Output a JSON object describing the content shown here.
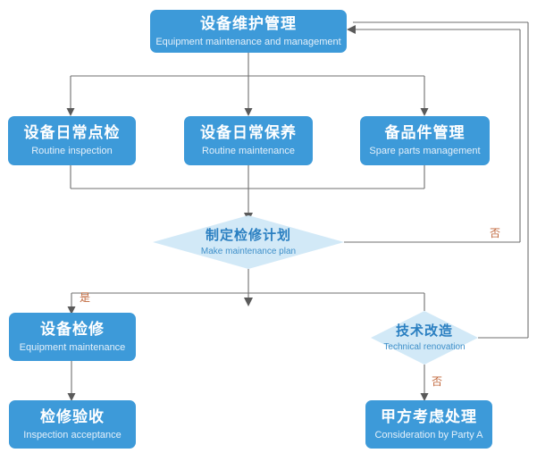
{
  "diagram": {
    "title": "Equipment maintenance and management flowchart",
    "colors": {
      "process_fill": "#3d9ad9",
      "process_text": "#ffffff",
      "process_subtext": "#e4f0fa",
      "decision_fill": "#d2e9f7",
      "decision_text": "#2a7fc1",
      "edge_stroke": "#6f6f6f",
      "edge_label": "#c0663a",
      "background": "#ffffff"
    },
    "nodes": [
      {
        "id": "root",
        "type": "process",
        "cn": "设备维护管理",
        "en": "Equipment maintenance and management"
      },
      {
        "id": "inspection",
        "type": "process",
        "cn": "设备日常点检",
        "en": "Routine inspection"
      },
      {
        "id": "upkeep",
        "type": "process",
        "cn": "设备日常保养",
        "en": "Routine maintenance"
      },
      {
        "id": "spare",
        "type": "process",
        "cn": "备品件管理",
        "en": "Spare parts management"
      },
      {
        "id": "plan",
        "type": "decision",
        "cn": "制定检修计划",
        "en": "Make maintenance plan"
      },
      {
        "id": "repair",
        "type": "process",
        "cn": "设备检修",
        "en": "Equipment maintenance"
      },
      {
        "id": "renovation",
        "type": "decision",
        "cn": "技术改造",
        "en": "Technical renovation"
      },
      {
        "id": "acceptance",
        "type": "process",
        "cn": "检修验收",
        "en": "Inspection acceptance"
      },
      {
        "id": "partya",
        "type": "process",
        "cn": "甲方考虑处理",
        "en": "Consideration by Party A"
      }
    ],
    "edge_labels": {
      "plan_no": "否",
      "plan_yes": "是",
      "renovation_no": "否"
    }
  }
}
